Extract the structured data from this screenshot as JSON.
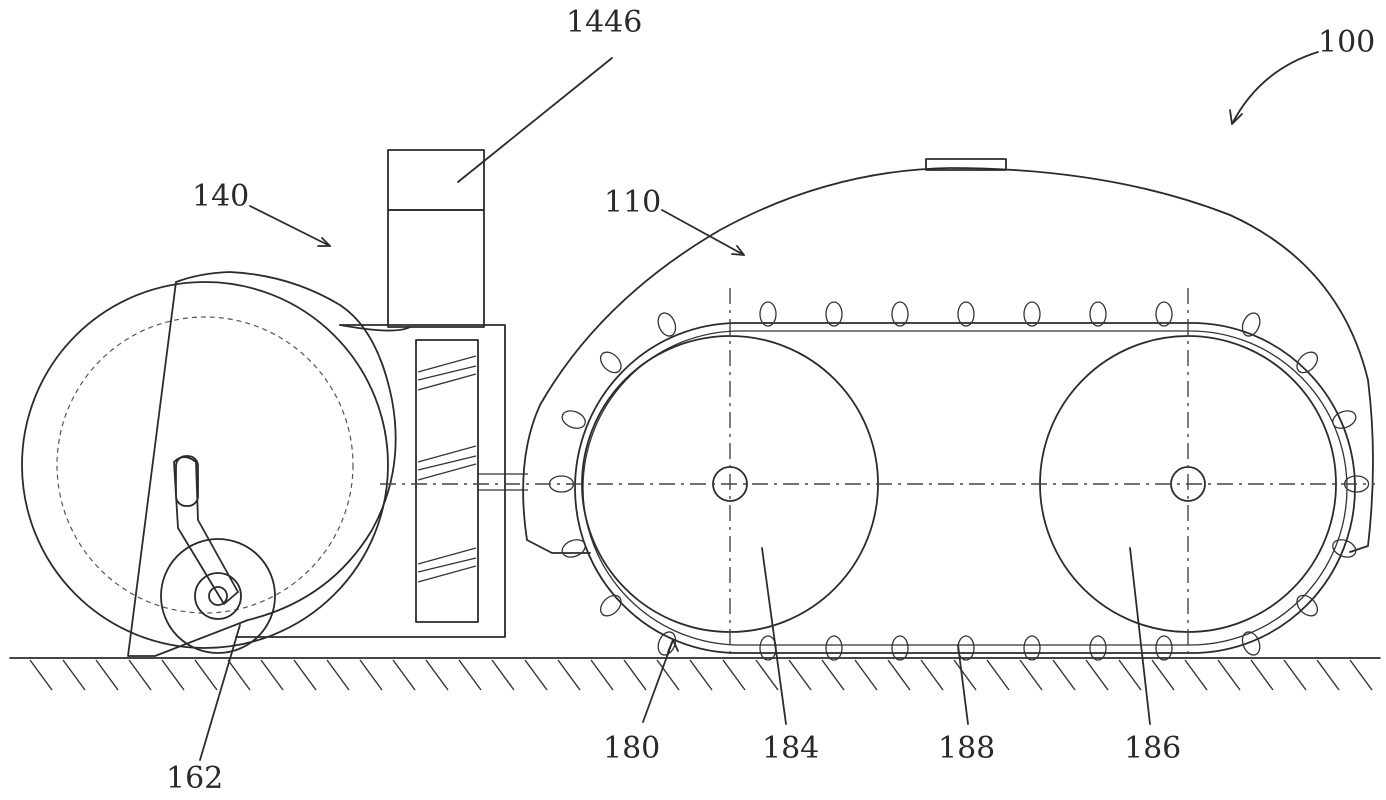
{
  "labels": {
    "device": "100",
    "body": "110",
    "front_module": "140",
    "column": "1446",
    "small_wheel": "162",
    "track": "180",
    "front_wheel": "184",
    "track_belt": "188",
    "rear_wheel": "186"
  },
  "colors": {
    "line": "#2b2b2b",
    "background": "#ffffff"
  }
}
